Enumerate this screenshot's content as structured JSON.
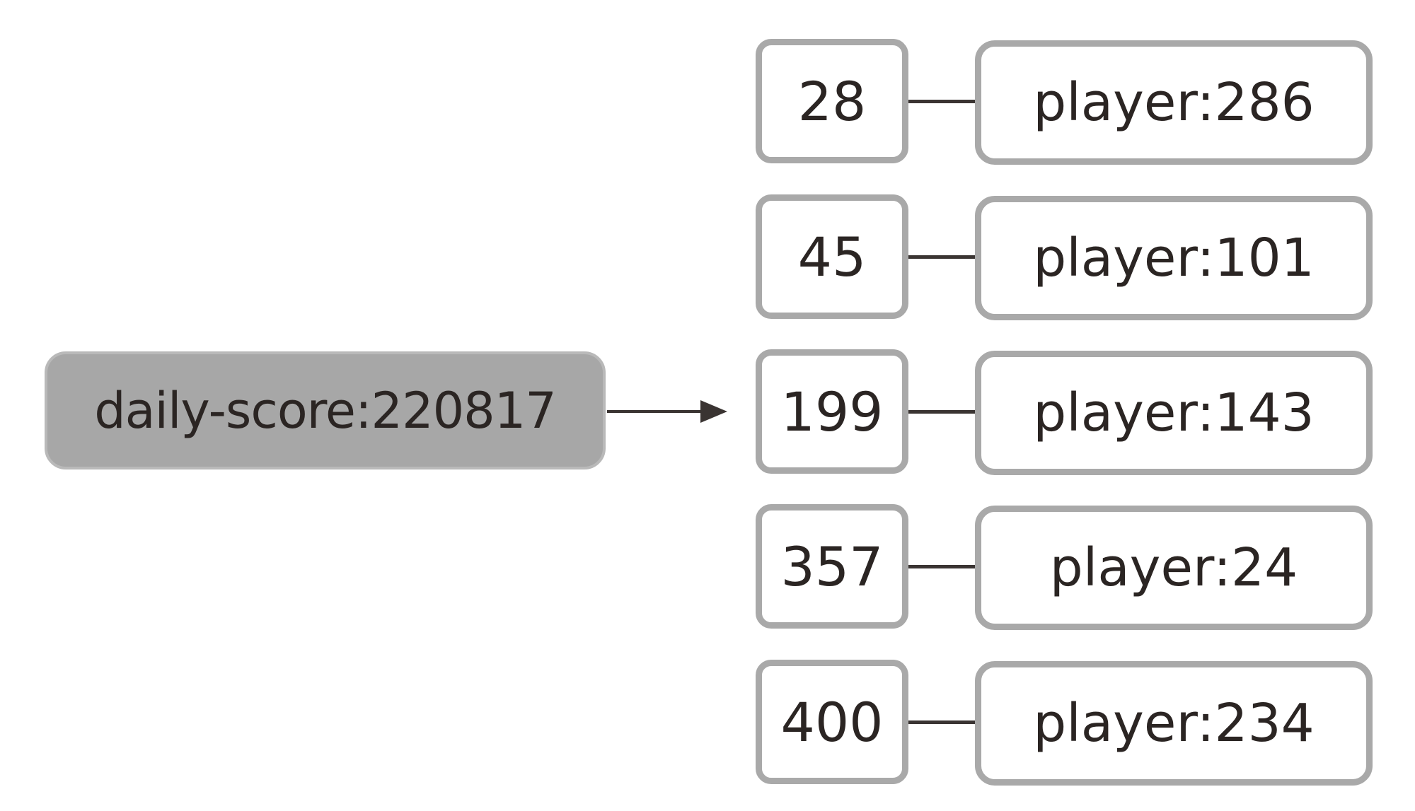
{
  "key": {
    "label": "daily-score:220817"
  },
  "entries": [
    {
      "score": "28",
      "member": "player:286"
    },
    {
      "score": "45",
      "member": "player:101"
    },
    {
      "score": "199",
      "member": "player:143"
    },
    {
      "score": "357",
      "member": "player:24"
    },
    {
      "score": "400",
      "member": "player:234"
    }
  ],
  "colors": {
    "key_fill": "#a7a7a7",
    "box_border": "#a9a9a9",
    "text": "#2b2523",
    "line": "#3a3432"
  }
}
